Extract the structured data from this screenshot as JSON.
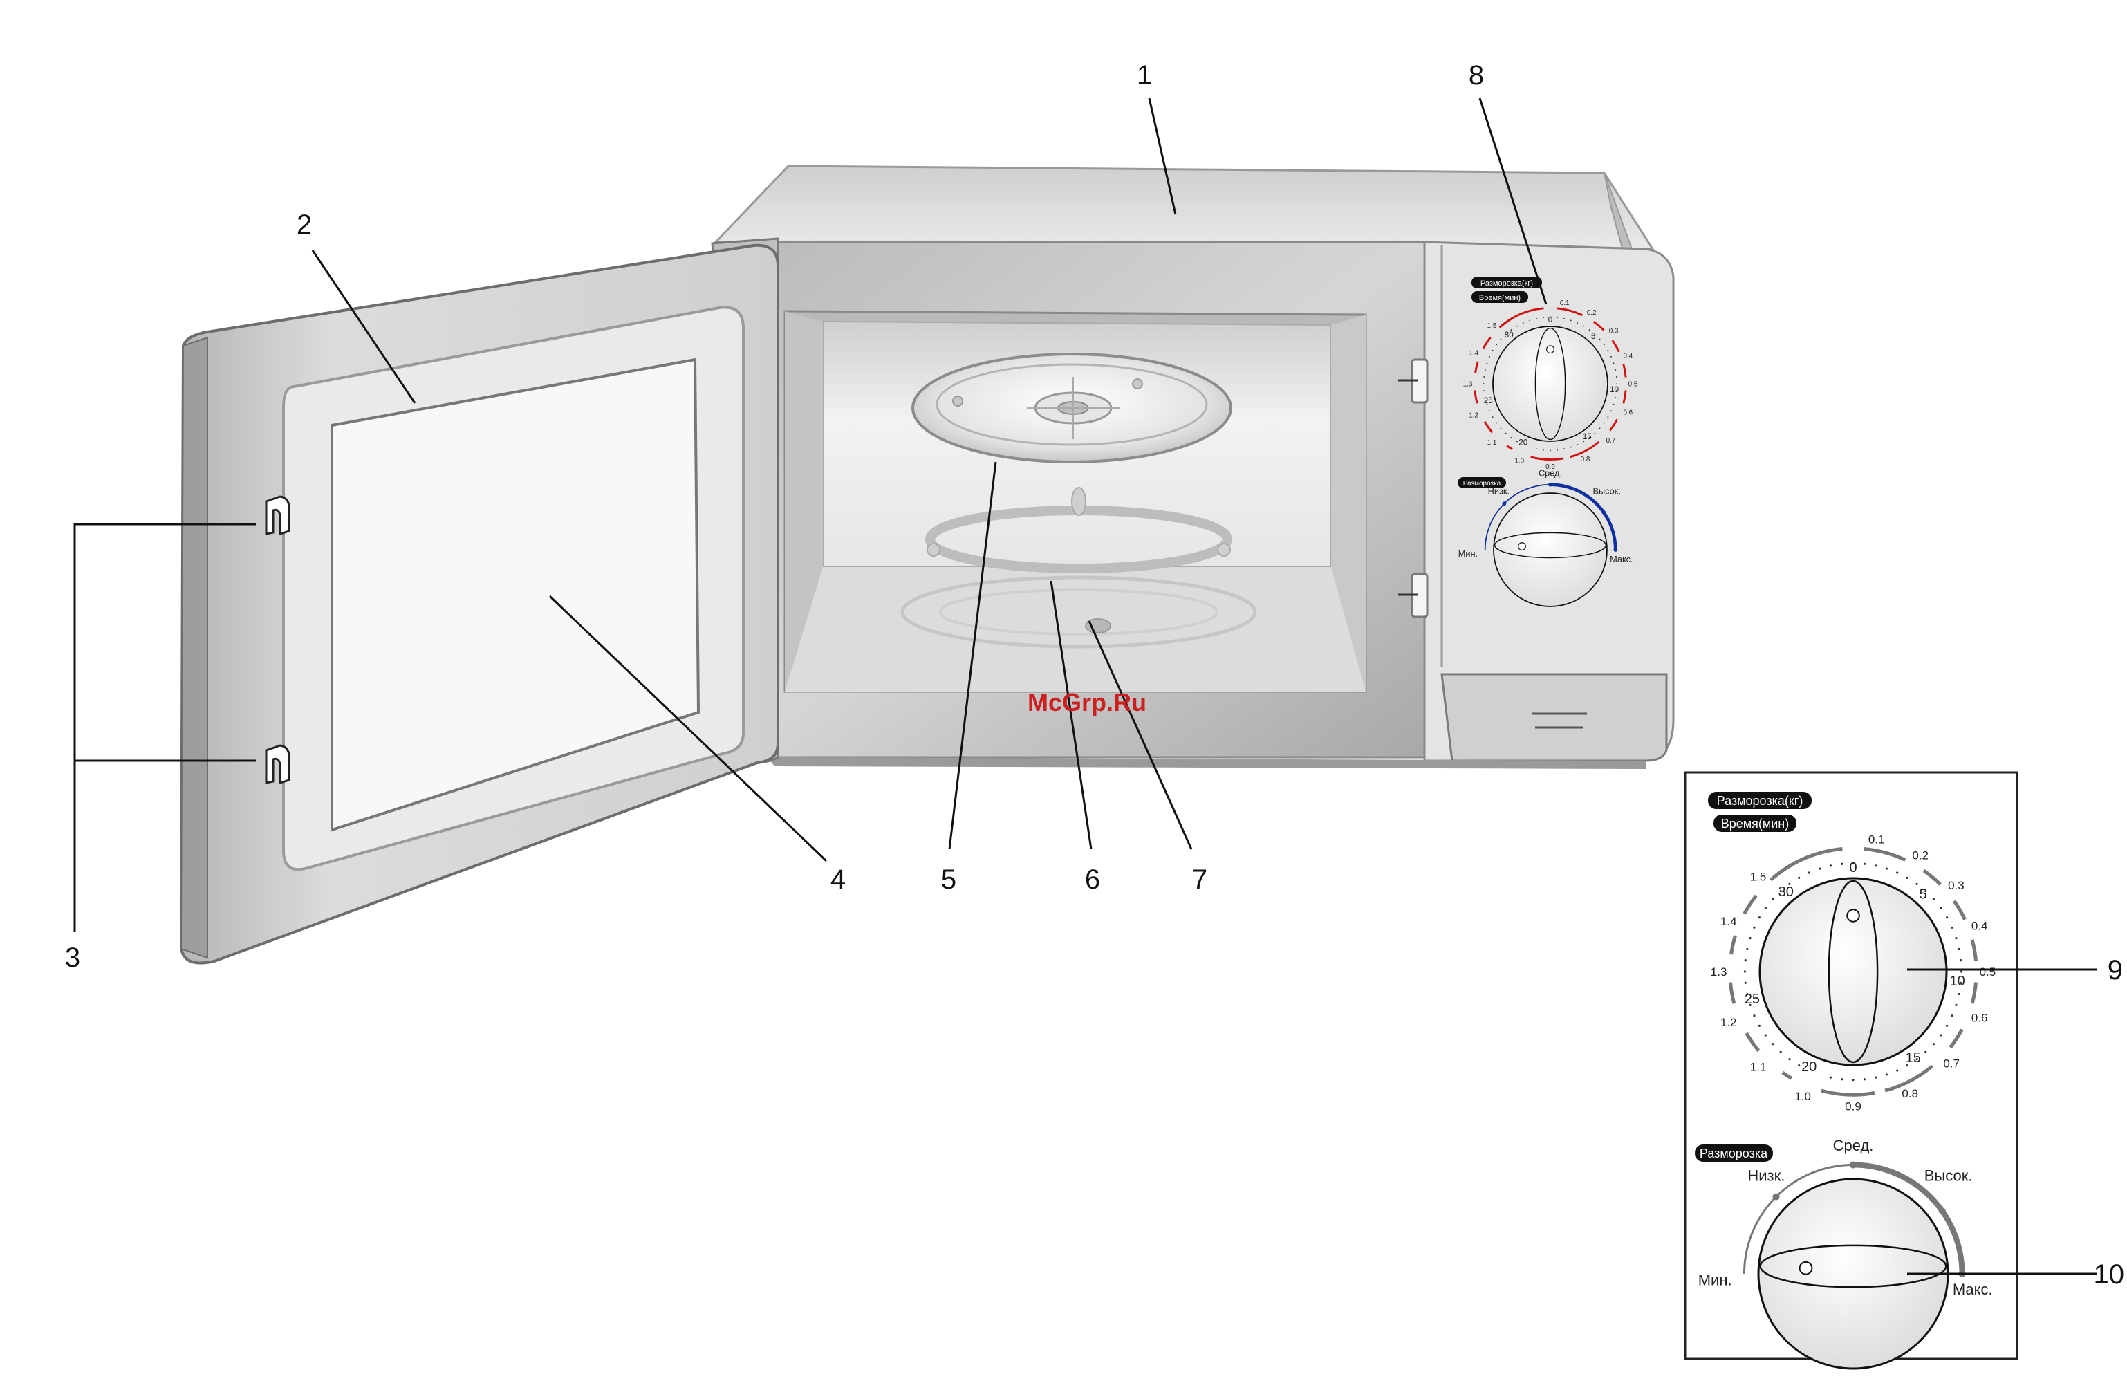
{
  "callouts": {
    "c1": "1",
    "c2": "2",
    "c3": "3",
    "c4": "4",
    "c5": "5",
    "c6": "6",
    "c7": "7",
    "c8": "8",
    "c9": "9",
    "c10": "10"
  },
  "watermark": "McGrp.Ru",
  "timer_panel": {
    "defrost_kg_label": "Разморозка(кг)",
    "time_min_label": "Время(мин)",
    "time_marks": {
      "t0": "0",
      "t5": "5",
      "t10": "10",
      "t15": "15",
      "t20": "20",
      "t25": "25",
      "t30": "30"
    },
    "weight_marks": {
      "w01": "0.1",
      "w02": "0.2",
      "w03": "0.3",
      "w04": "0.4",
      "w05": "0.5",
      "w06": "0.6",
      "w07": "0.7",
      "w08": "0.8",
      "w09": "0.9",
      "w10": "1.0",
      "w11": "1.1",
      "w12": "1.2",
      "w13": "1.3",
      "w14": "1.4",
      "w15": "1.5"
    }
  },
  "power_panel": {
    "defrost_label": "Разморозка",
    "min": "Мин.",
    "low": "Низк.",
    "mid": "Сред.",
    "high": "Высок.",
    "max": "Макс."
  },
  "colors": {
    "oven_body": "#d2d2d2",
    "oven_dark": "#8f8f8f",
    "cavity": "#e4e4e4",
    "door_frame": "#e0e0e0",
    "timer_ring_red": "#d01010",
    "power_ring_blue": "#1030a0",
    "inset_ring_gray": "#777777",
    "watermark": "#cc1f1f"
  }
}
